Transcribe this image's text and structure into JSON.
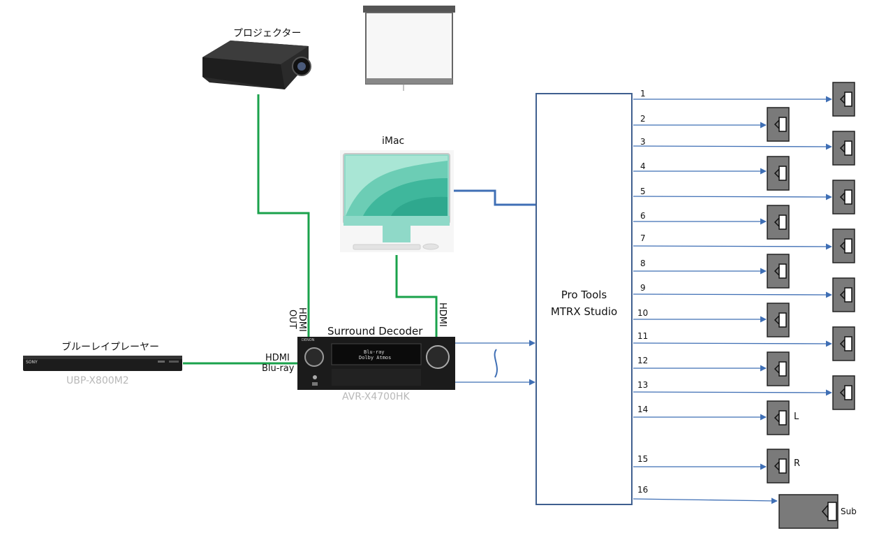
{
  "projector": {
    "label": "プロジェクター"
  },
  "imac": {
    "label": "iMac"
  },
  "bluray": {
    "label": "ブルーレイプレーヤー",
    "model": "UBP-X800M2",
    "brand": "SONY"
  },
  "receiver": {
    "label": "Surround Decoder",
    "model": "AVR-X4700HK",
    "display_line1": "Blu-ray",
    "display_line2": "Dolby Atmos",
    "brand": "DENON"
  },
  "ports": {
    "hdmi_out_1": "HDMI",
    "hdmi_out_2": "OUT",
    "hdmi_in_1": "HDMI",
    "hdmi_in_2": "Blu-ray",
    "hdmi_imac": "HDMI"
  },
  "mtrx": {
    "line1": "Pro Tools",
    "line2": "MTRX Studio"
  },
  "outputs": [
    "1",
    "2",
    "3",
    "4",
    "5",
    "6",
    "7",
    "8",
    "9",
    "10",
    "11",
    "12",
    "13",
    "14",
    "15",
    "16"
  ],
  "speaker_labels": {
    "l": "L",
    "r": "R",
    "sub": "Sub"
  },
  "colors": {
    "green": "#1aa24b",
    "blue": "#3f6fb5"
  }
}
